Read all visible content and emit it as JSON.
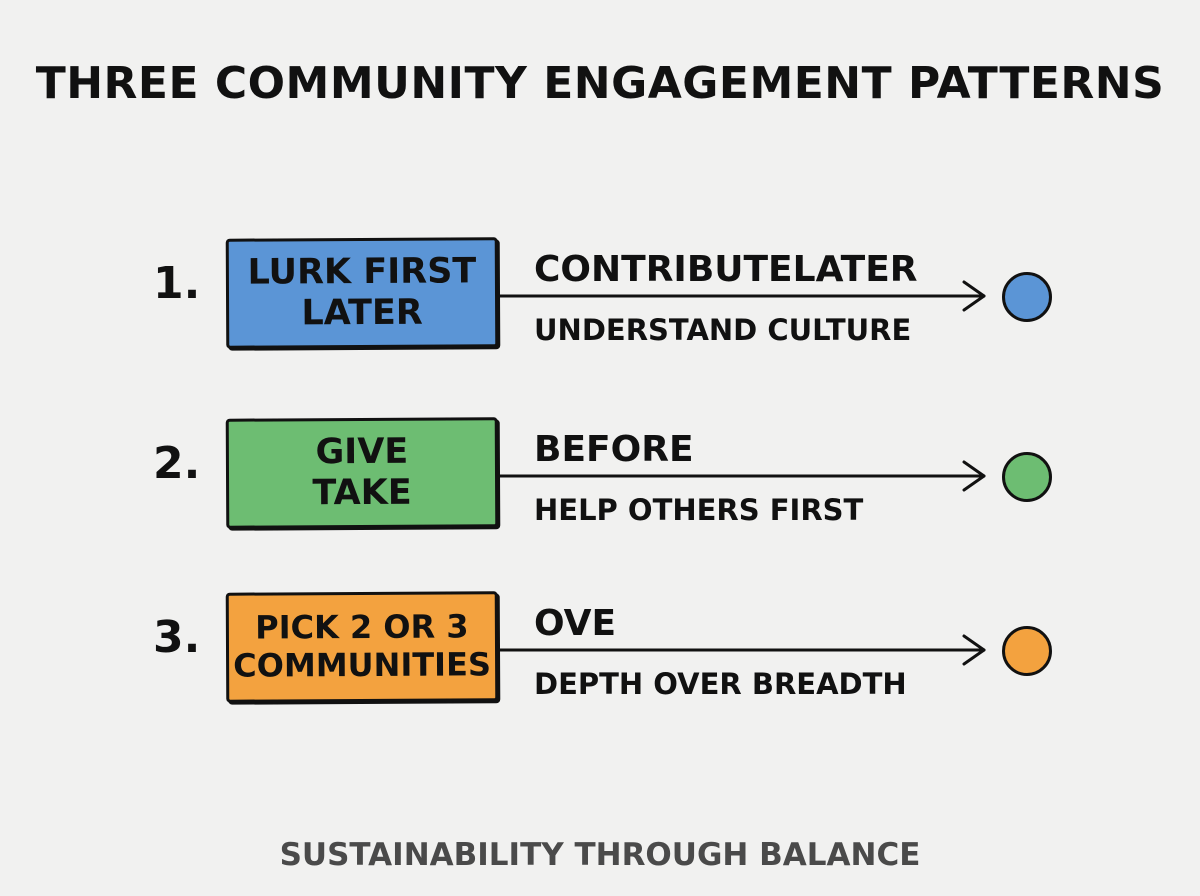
{
  "title": "THREE COMMUNITY ENGAGEMENT PATTERNS",
  "patterns": [
    {
      "number": "1.",
      "label_lines": [
        "LURK FIRST",
        "LATER"
      ],
      "top_text": "CONTRIBUTELATER",
      "bottom_text": "UNDERSTAND CULTURE",
      "color": "#5b95d6"
    },
    {
      "number": "2.",
      "label_lines": [
        "GIVE",
        "TAKE"
      ],
      "top_text": "BEFORE",
      "bottom_text": "HELP OTHERS FIRST",
      "color": "#6dbd72"
    },
    {
      "number": "3.",
      "label_lines": [
        "PICK 2 OR 3",
        "COMMUNITIES"
      ],
      "top_text": "OVE",
      "bottom_text": "DEPTH OVER BREADTH",
      "color": "#f3a23f"
    }
  ],
  "footer": "SUSTAINABILITY THROUGH BALANCE",
  "colors": {
    "background": "#f1f1f0",
    "ink": "#111111",
    "footer_text": "#4a4a4a"
  }
}
